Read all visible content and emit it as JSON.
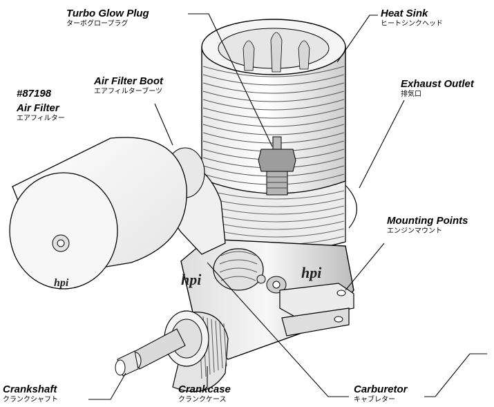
{
  "labels": {
    "turbo_glow_plug": {
      "en": "Turbo Glow Plug",
      "jp": "ターボグロープラグ"
    },
    "heat_sink": {
      "en": "Heat Sink",
      "jp": "ヒートシンクヘッド"
    },
    "air_filter_boot": {
      "en": "Air Filter Boot",
      "jp": "エアフィルターブーツ"
    },
    "air_filter": {
      "part_no": "#87198",
      "en": "Air Filter",
      "jp": "エアフィルター"
    },
    "exhaust_outlet": {
      "en": "Exhaust Outlet",
      "jp": "排気口"
    },
    "mounting_points": {
      "en": "Mounting Points",
      "jp": "エンジンマウント"
    },
    "crankshaft": {
      "en": "Crankshaft",
      "jp": "クランクシャフト"
    },
    "crankcase": {
      "en": "Crankcase",
      "jp": "クランクケース"
    },
    "carburetor": {
      "en": "Carburetor",
      "jp": "キャブレター"
    }
  },
  "logos": {
    "brand": "hpi"
  },
  "colors": {
    "line": "#000000",
    "metal_light": "#f2f2f2",
    "metal_mid": "#d4d4d4",
    "metal_dark": "#9a9a9a"
  }
}
